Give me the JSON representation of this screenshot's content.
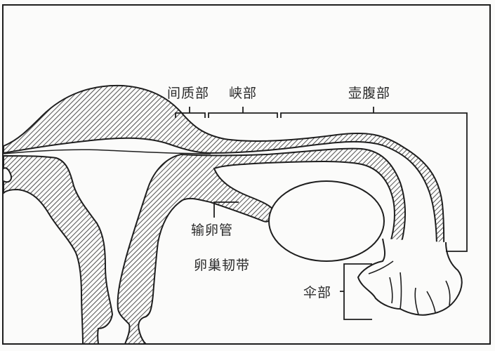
{
  "diagram": {
    "subject": "Fallopian tube anatomy (cross-section with uterus and ovary)",
    "labels": {
      "interstitial": "间质部",
      "isthmus": "峡部",
      "ampulla": "壶腹部",
      "fallopian_tube": "输卵管",
      "ovarian_ligament": "卵巢韧带",
      "infundibulum": "伞部"
    },
    "colors": {
      "background": "#fbfbfa",
      "line": "#1e1e1e",
      "hatch": "#2a2a2a"
    }
  }
}
